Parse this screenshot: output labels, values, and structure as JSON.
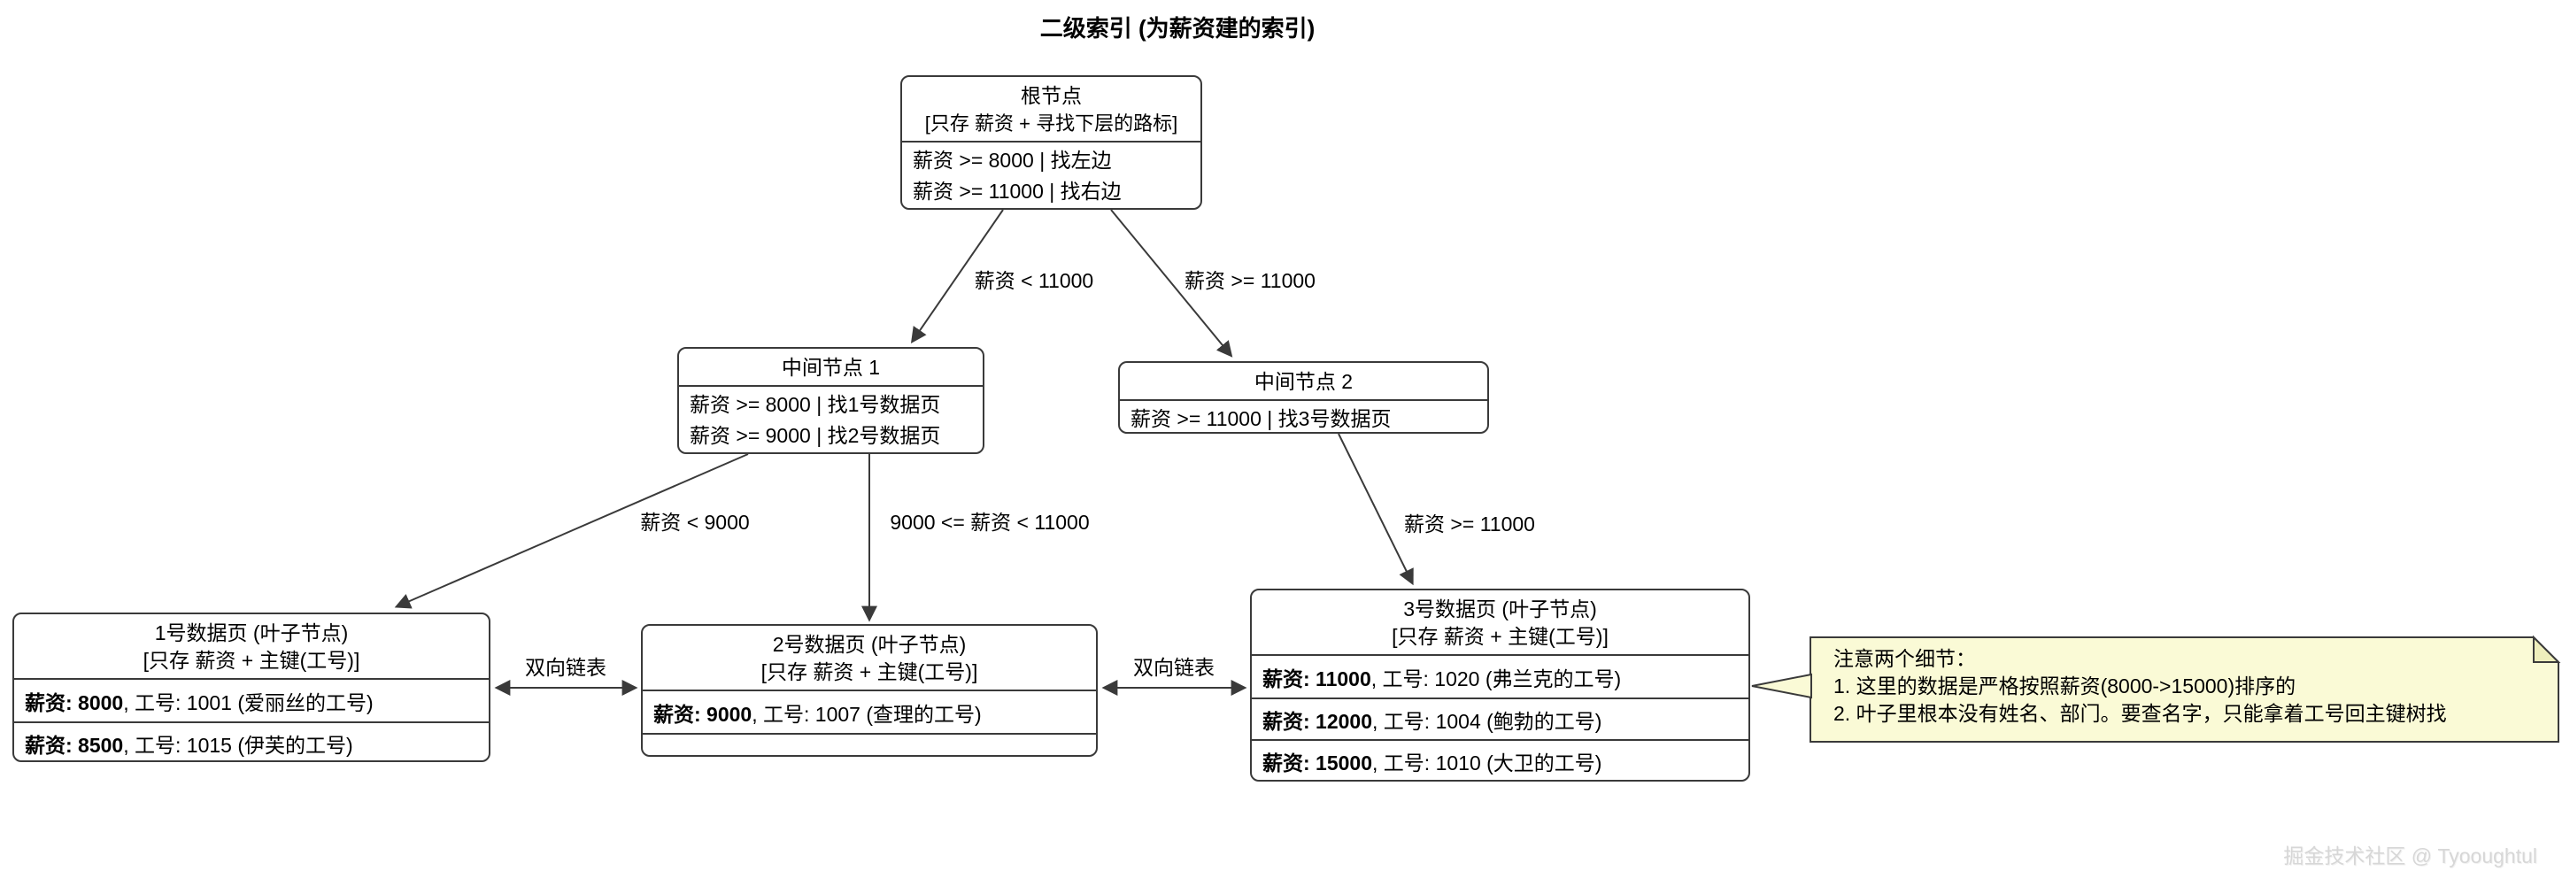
{
  "title": "二级索引 (为薪资建的索引)",
  "watermark": "掘金技术社区 @ Tyooughtul",
  "colors": {
    "border": "#3a3a3a",
    "arrow": "#3a3a3a",
    "note_bg": "#fafad6",
    "note_fold": "#eeeebc",
    "text": "#000000"
  },
  "nodes": {
    "root": {
      "title1": "根节点",
      "title2": "[只存 薪资 + 寻找下层的路标]",
      "rows": [
        "薪资 >= 8000 | 找左边",
        "薪资 >= 11000 | 找右边"
      ]
    },
    "mid1": {
      "title1": "中间节点 1",
      "rows": [
        "薪资 >= 8000 | 找1号数据页",
        "薪资 >= 9000 | 找2号数据页"
      ]
    },
    "mid2": {
      "title1": "中间节点 2",
      "rows": [
        "薪资 >= 11000 | 找3号数据页"
      ]
    },
    "leaf1": {
      "title1": "1号数据页 (叶子节点)",
      "title2": "[只存 薪资 + 主键(工号)]",
      "rows": [
        {
          "bold": "薪资: 8000",
          "rest": ", 工号: 1001 (爱丽丝的工号)"
        },
        {
          "bold": "薪资: 8500",
          "rest": ", 工号: 1015 (伊芙的工号)"
        }
      ]
    },
    "leaf2": {
      "title1": "2号数据页 (叶子节点)",
      "title2": "[只存 薪资 + 主键(工号)]",
      "rows": [
        {
          "bold": "薪资: 9000",
          "rest": ", 工号: 1007 (查理的工号)"
        }
      ]
    },
    "leaf3": {
      "title1": "3号数据页 (叶子节点)",
      "title2": "[只存 薪资 + 主键(工号)]",
      "rows": [
        {
          "bold": "薪资: 11000",
          "rest": ", 工号: 1020 (弗兰克的工号)"
        },
        {
          "bold": "薪资: 12000",
          "rest": ", 工号: 1004 (鲍勃的工号)"
        },
        {
          "bold": "薪资: 15000",
          "rest": ", 工号: 1010 (大卫的工号)"
        }
      ]
    }
  },
  "edge_labels": [
    {
      "text": "薪资 < 11000"
    },
    {
      "text": "薪资 >= 11000"
    },
    {
      "text": "薪资 < 9000"
    },
    {
      "text": "9000 <= 薪资 < 11000"
    },
    {
      "text": "薪资 >= 11000"
    },
    {
      "text": "双向链表"
    },
    {
      "text": "双向链表"
    }
  ],
  "note": {
    "line1": "注意两个细节：",
    "line2": "1. 这里的数据是严格按照薪资(8000->15000)排序的",
    "line3": "2. 叶子里根本没有姓名、部门。要查名字，只能拿着工号回主键树找"
  }
}
